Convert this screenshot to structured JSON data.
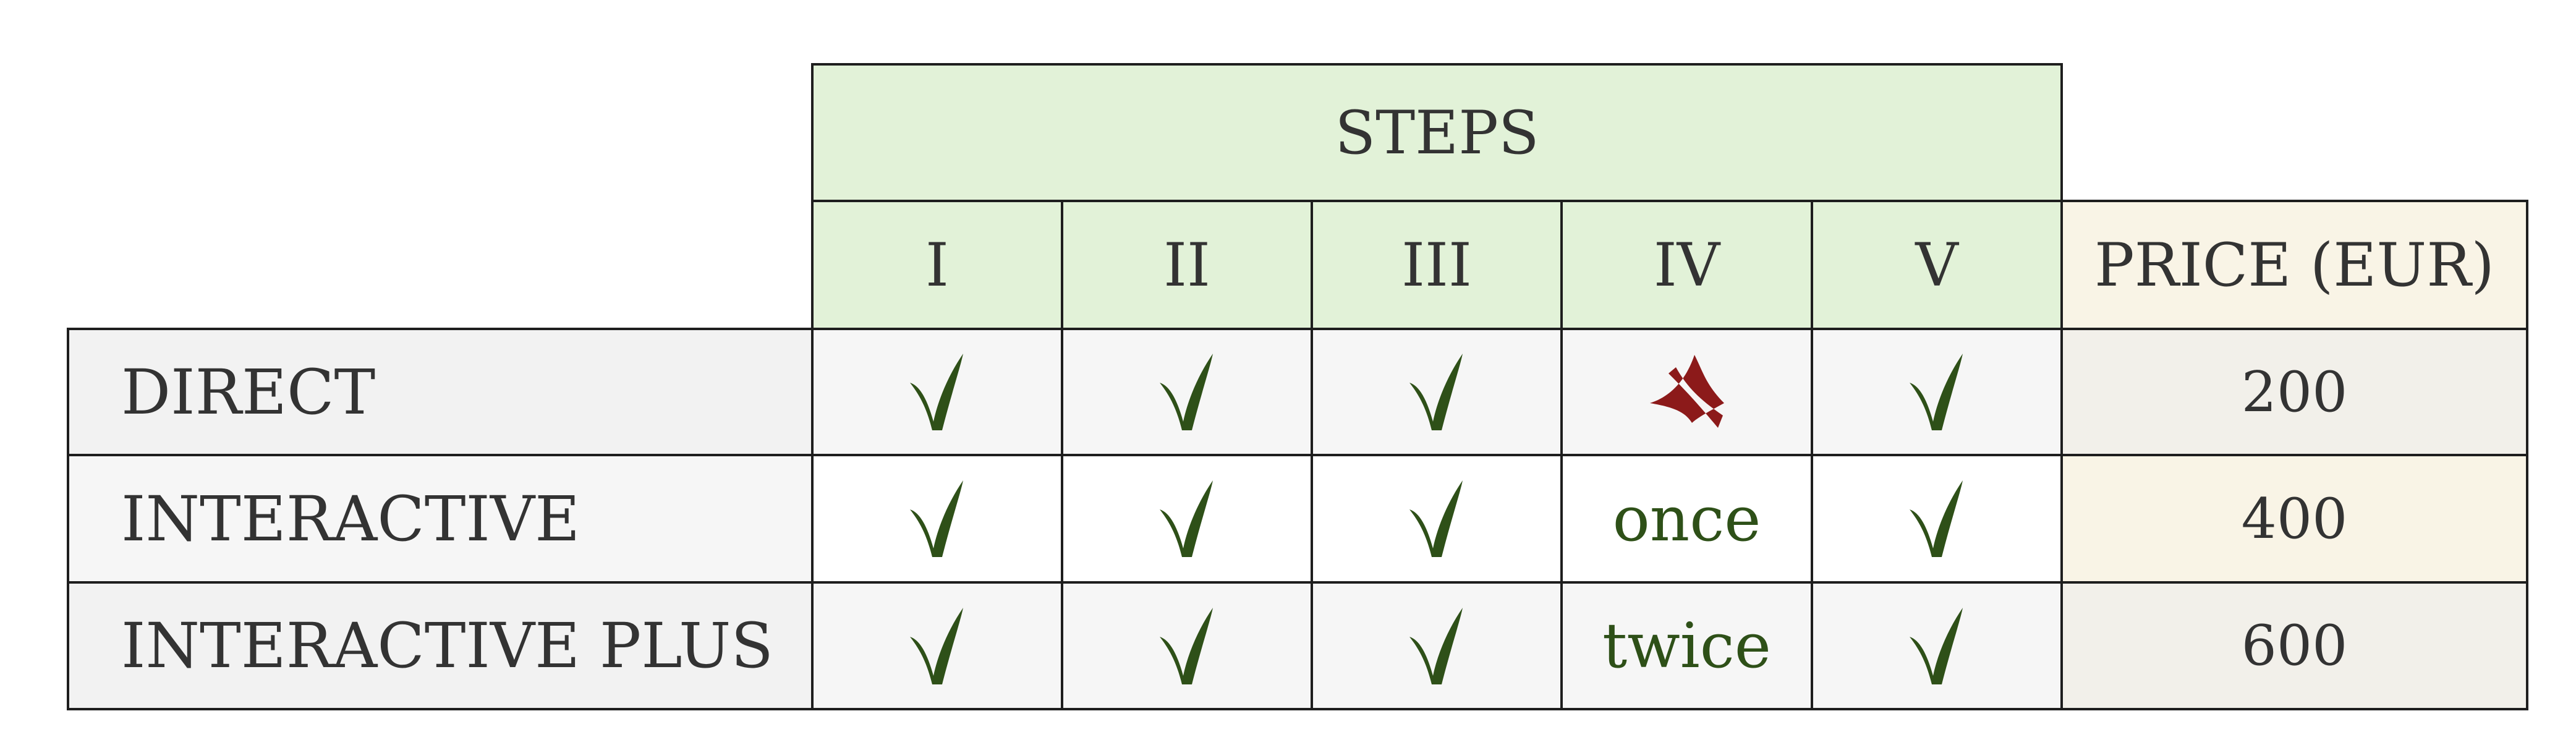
{
  "table": {
    "steps_header": "STEPS",
    "step_columns": [
      "I",
      "II",
      "III",
      "IV",
      "V"
    ],
    "price_header": "PRICE (EUR)",
    "rows": [
      {
        "label": "DIRECT",
        "steps": [
          {
            "type": "check",
            "text": ""
          },
          {
            "type": "check",
            "text": ""
          },
          {
            "type": "check",
            "text": ""
          },
          {
            "type": "cross",
            "text": ""
          },
          {
            "type": "check",
            "text": ""
          }
        ],
        "price": "200"
      },
      {
        "label": "INTERACTIVE",
        "steps": [
          {
            "type": "check",
            "text": ""
          },
          {
            "type": "check",
            "text": ""
          },
          {
            "type": "check",
            "text": ""
          },
          {
            "type": "text",
            "text": "once"
          },
          {
            "type": "check",
            "text": ""
          }
        ],
        "price": "400"
      },
      {
        "label": "INTERACTIVE PLUS",
        "steps": [
          {
            "type": "check",
            "text": ""
          },
          {
            "type": "check",
            "text": ""
          },
          {
            "type": "check",
            "text": ""
          },
          {
            "type": "text",
            "text": "twice"
          },
          {
            "type": "check",
            "text": ""
          }
        ],
        "price": "600"
      }
    ]
  },
  "colors": {
    "steps_header_bg": "#e2f2d8",
    "price_bg": "#f9f4e6",
    "check_green": "#2e5018",
    "cross_red": "#8c1a1a",
    "border": "#1e1e1e",
    "text": "#333333"
  },
  "icons": {
    "check": "check-icon",
    "cross": "cross-icon"
  }
}
